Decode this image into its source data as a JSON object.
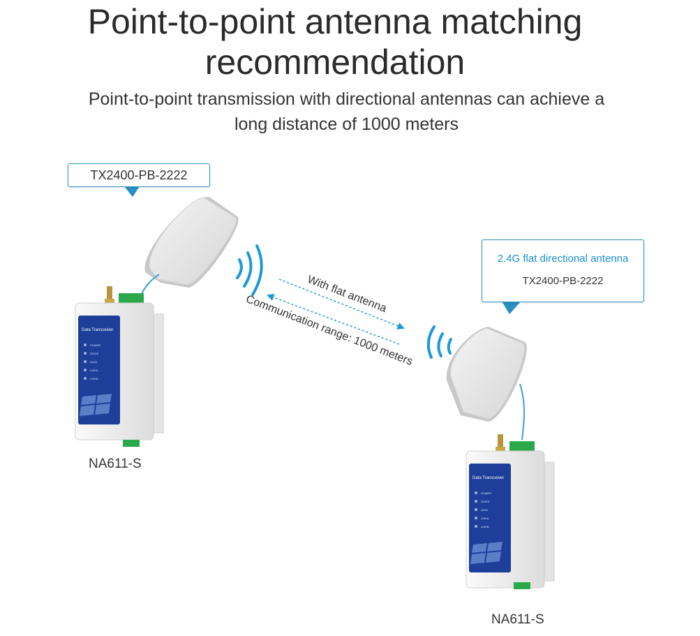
{
  "header": {
    "title_line1": "Point-to-point antenna matching",
    "title_line2": "recommendation",
    "subtitle_line1": "Point-to-point transmission with directional antennas can achieve a",
    "subtitle_line2": "long distance of 1000 meters"
  },
  "left_antenna": {
    "model": "TX2400-PB-2222"
  },
  "right_antenna": {
    "callout_title": "2.4G flat directional antenna",
    "callout_model": "TX2400-PB-2222"
  },
  "link": {
    "upper_text": "With flat antenna",
    "lower_text": "Communication range: 1000 meters"
  },
  "devices": [
    {
      "name": "NA611-S",
      "panel_title": "Data Transceiver",
      "leds": [
        "POWER",
        "STATE",
        "DATA",
        "LINKA",
        "LINKB"
      ]
    },
    {
      "name": "NA611-S",
      "panel_title": "Data Transceiver",
      "leds": [
        "POWER",
        "STATE",
        "DATA",
        "LINKA",
        "LINKB"
      ]
    }
  ],
  "colors": {
    "accent": "#2b8fbf",
    "callout_text": "#1a8fd0",
    "device_panel": "#1d3f9a",
    "wave": "#1a9ad6",
    "cable": "#3a9fd8",
    "terminal_green": "#2aa84a"
  }
}
